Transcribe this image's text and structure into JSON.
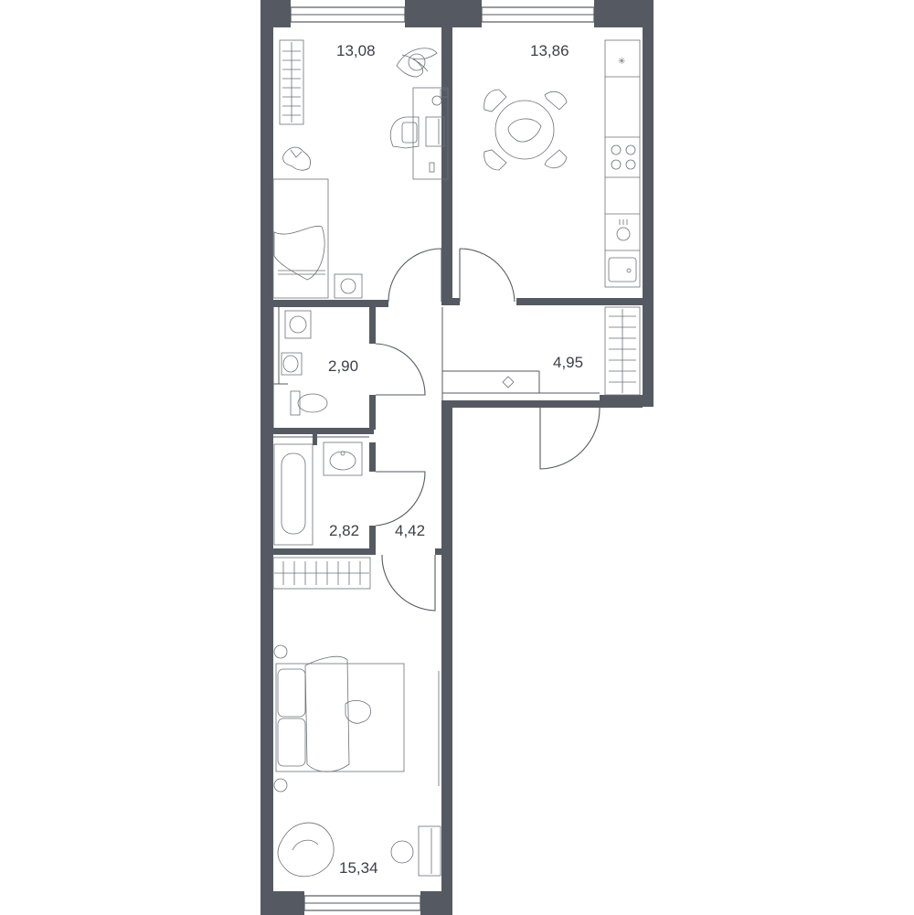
{
  "rooms": {
    "room_top_left": "13,08",
    "kitchen": "13,86",
    "toilet": "2,90",
    "hall_right": "4,95",
    "bathroom": "2,82",
    "corridor": "4,42",
    "bedroom": "15,34"
  },
  "colors": {
    "walls": "#555a62",
    "lines": "#555a62",
    "text": "#3c4048",
    "background": "#ffffff"
  }
}
